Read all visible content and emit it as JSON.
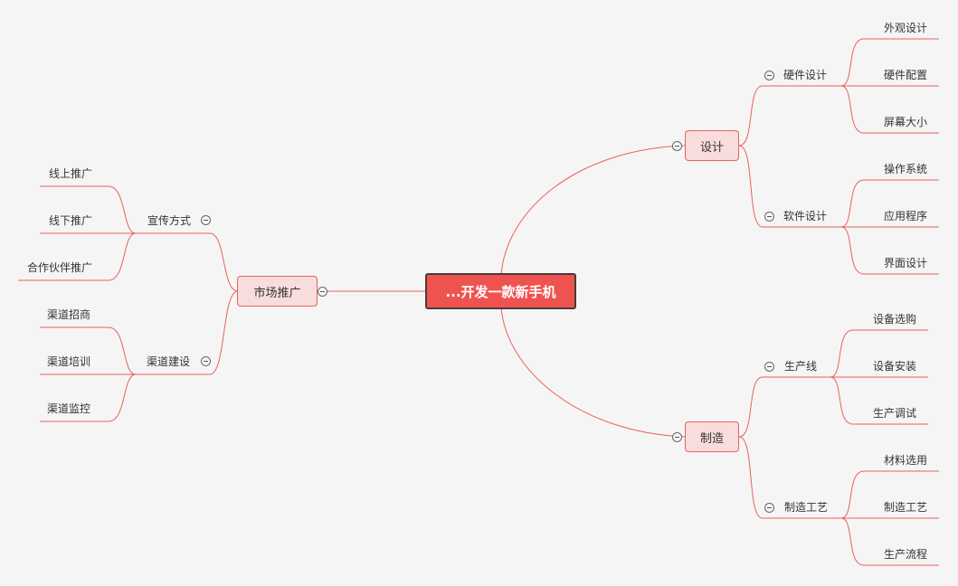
{
  "colors": {
    "line": "#e8625c",
    "root_fill": "#ef5350",
    "node_fill": "#f9dcdc",
    "background": "#f5f5f5"
  },
  "root": {
    "label": "...开发一款新手机"
  },
  "design": {
    "label": "设计",
    "hardware": {
      "label": "硬件设计",
      "items": [
        "外观设计",
        "硬件配置",
        "屏幕大小"
      ]
    },
    "software": {
      "label": "软件设计",
      "items": [
        "操作系统",
        "应用程序",
        "界面设计"
      ]
    }
  },
  "manufacturing": {
    "label": "制造",
    "line": {
      "label": "生产线",
      "items": [
        "设备选购",
        "设备安装",
        "生产调试"
      ]
    },
    "process": {
      "label": "制造工艺",
      "items": [
        "材料选用",
        "制造工艺",
        "生产流程"
      ]
    }
  },
  "marketing": {
    "label": "市场推广",
    "promotion": {
      "label": "宣传方式",
      "items": [
        "线上推广",
        "线下推广",
        "合作伙伴推广"
      ]
    },
    "channel": {
      "label": "渠道建设",
      "items": [
        "渠道招商",
        "渠道培训",
        "渠道监控"
      ]
    }
  }
}
